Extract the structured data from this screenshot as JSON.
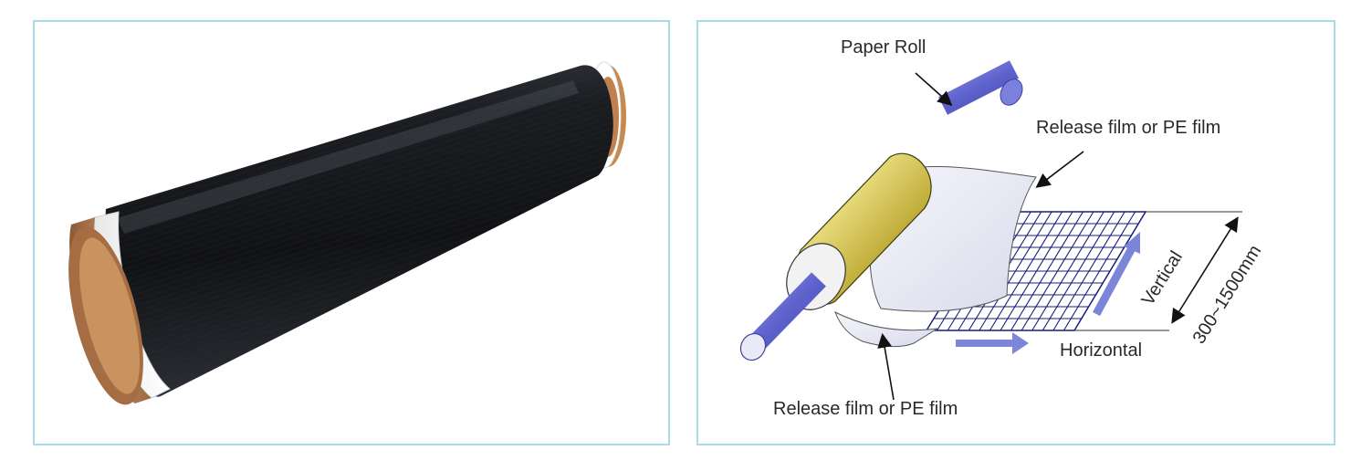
{
  "diagram": {
    "labels": {
      "paper_roll": "Paper Roll",
      "release_film_top": "Release film or PE film",
      "release_film_bottom": "Release film or PE film",
      "vertical": "Vertical",
      "horizontal": "Horizontal",
      "width_range": "300~1500mm"
    }
  },
  "colors": {
    "panel_border": "#a9dbe6",
    "rod": "#6b6fd6",
    "paper_tube": "#c9b73a",
    "arrow_blue": "#7b86d8",
    "carbon_fabric": "#1c1e22",
    "core_kraft": "#b9855a"
  },
  "icons": {
    "left_panel_image": "carbon-fiber-roll-photo",
    "right_panel_image": "prepreg-roll-diagram"
  }
}
